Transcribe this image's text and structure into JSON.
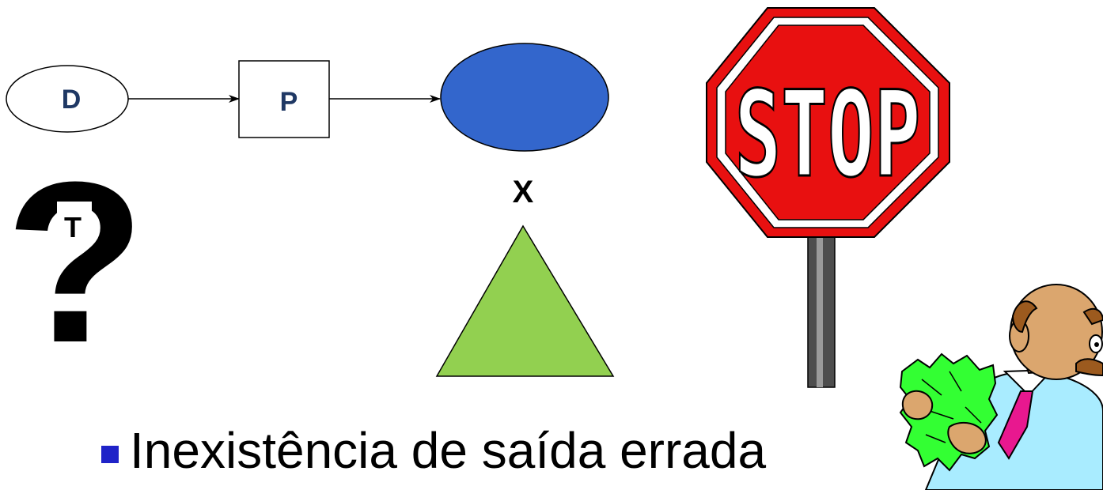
{
  "diagram": {
    "data_label": "D",
    "process_label": "P",
    "test_label": "T",
    "question_mark": "?",
    "compare_label": "X",
    "stop_sign_text": "STOP"
  },
  "bullet": {
    "text": "Inexistência de saída errada"
  },
  "colors": {
    "ellipse_blue": "#3366cc",
    "triangle_green": "#92d050",
    "stop_red": "#e81010",
    "bullet_blue": "#1f23c8",
    "label_navy": "#1f3864"
  },
  "icons": {
    "stop_sign": "stop-sign-icon",
    "man_with_money": "man-with-money-clipart"
  }
}
